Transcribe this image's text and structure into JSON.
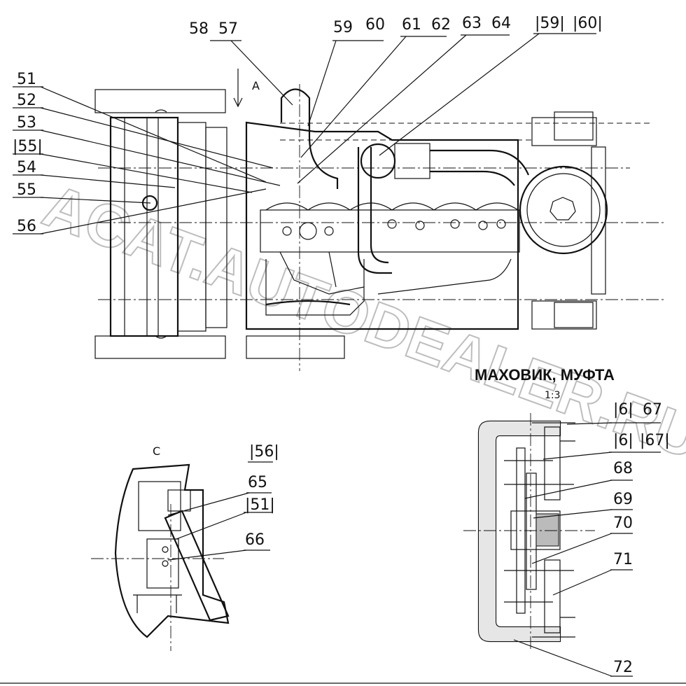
{
  "view_labels": {
    "arrow": "A",
    "section": "C"
  },
  "heading": {
    "title": "МАХОВИК, МУФТА",
    "scale": "1:3"
  },
  "callouts": {
    "c51": "51",
    "c52": "52",
    "c53": "53",
    "c55ref": "|55|",
    "c54": "54",
    "c55": "55",
    "c56": "56",
    "c58": "58",
    "c57": "57",
    "c59": "59",
    "c60": "60",
    "c61": "61",
    "c62": "62",
    "c63": "63",
    "c64": "64",
    "c59ref": "|59|",
    "c60ref": "|60|",
    "c56ref": "|56|",
    "c65": "65",
    "c51ref": "|51|",
    "c66": "66",
    "c61ref_a": "|6|",
    "c67_a": "67",
    "c61ref_b": "|6|",
    "c67ref": "|67|",
    "c68": "68",
    "c69": "69",
    "c70": "70",
    "c71": "71",
    "c72": "72"
  },
  "watermark": "ACAT.AUTODEALER.RU"
}
